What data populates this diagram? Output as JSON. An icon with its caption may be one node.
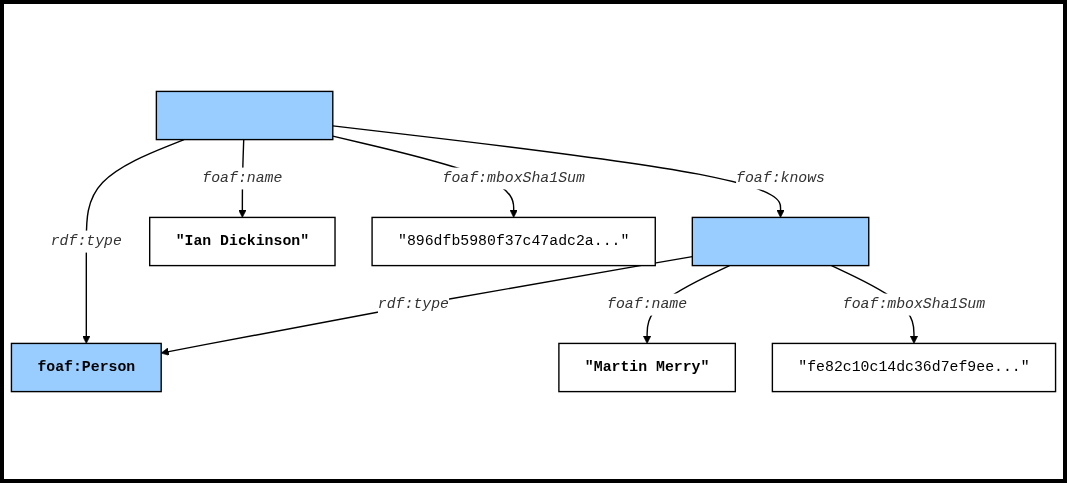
{
  "diagram": {
    "nodes": [
      {
        "text": [
          "foaf:Person"
        ]
      },
      {
        "text": [],
        "shape": "box"
      },
      {
        "text": [],
        "shape": "box"
      },
      {
        "text": [
          "\"Ian Dickinson\""
        ]
      },
      {
        "text": [
          "\"896dfb5980f37c47adc2a...\""
        ]
      },
      {
        "text": [
          "\"Martin Merry\""
        ]
      },
      {
        "text": [
          "\"fe82c10c14dc36d7ef9ee...\""
        ]
      }
    ],
    "edges": [
      {
        "from": 1,
        "to": 0,
        "arrow": "to",
        "label": "rdf:type"
      },
      {
        "from": 2,
        "to": 0,
        "arrow": "to",
        "label": "rdf:type"
      },
      {
        "from": 1,
        "to": 2,
        "arrow": "to",
        "label": "foaf:knows"
      },
      {
        "from": 1,
        "to": 3,
        "arrow": "to",
        "label": "foaf:name"
      },
      {
        "from": 1,
        "to": 4,
        "arrow": "to",
        "label": "foaf:mboxSha1Sum"
      },
      {
        "from": 2,
        "to": 5,
        "arrow": "to",
        "label": "foaf:name"
      },
      {
        "from": 2,
        "to": 6,
        "arrow": "to",
        "label": "foaf:mboxSha1Sum"
      }
    ]
  }
}
